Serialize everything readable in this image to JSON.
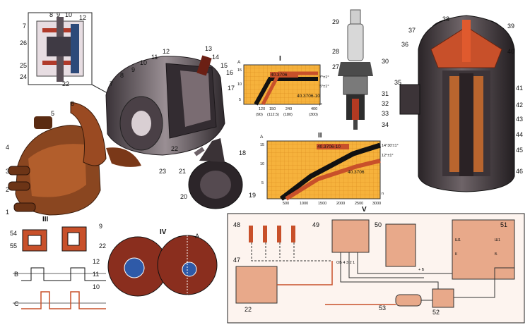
{
  "callouts": {
    "c1": "1",
    "c2": "2",
    "c3": "3",
    "c4": "4",
    "c5": "5",
    "c6": "6",
    "c7": "7",
    "c7b": "7",
    "c8": "8",
    "c8b": "8",
    "c9": "9",
    "c9b": "9",
    "c9c": "9",
    "c10": "10",
    "c10b": "10",
    "c10c": "10",
    "c11": "11",
    "c11b": "11",
    "c12": "12",
    "c12b": "12",
    "c12c": "12",
    "c13": "13",
    "c14": "14",
    "c15": "15",
    "c16": "16",
    "c17": "17",
    "c18": "18",
    "c19": "19",
    "c20": "20",
    "c21": "21",
    "c22": "22",
    "c22b": "22",
    "c22c": "22",
    "c22d": "22",
    "c23": "23",
    "c24": "24",
    "c25": "25",
    "c26": "26",
    "c27": "27",
    "c28": "28",
    "c29": "29",
    "c30": "30",
    "c31": "31",
    "c32": "32",
    "c33": "33",
    "c34": "34",
    "c35": "35",
    "c36": "36",
    "c37": "37",
    "c38": "38",
    "c39": "39",
    "c40": "40",
    "c41": "41",
    "c42": "42",
    "c43": "43",
    "c44": "44",
    "c45": "45",
    "c46": "46",
    "c47": "47",
    "c48": "48",
    "c49": "49",
    "c50": "50",
    "c51": "51",
    "c52": "52",
    "c53": "53",
    "c54": "54",
    "c55": "55"
  },
  "sections": {
    "I": "I",
    "II": "II",
    "III": "III",
    "IV": "IV",
    "V": "V"
  },
  "wave_labels": {
    "B": "B",
    "C": "C",
    "A_IV": "A"
  },
  "graph_I": {
    "y_axis_letter": "A",
    "y_ticks": [
      "15",
      "10",
      "5"
    ],
    "x_ticks": [
      "120",
      "150",
      "240",
      "400"
    ],
    "x_ticks_paren": [
      "(90)",
      "(112.5)",
      "(180)",
      "(300)"
    ],
    "x_axis_letter": "P",
    "series": [
      "40.3706",
      "40.3706-10"
    ],
    "tolerances": [
      "7°±1°",
      "5°±1°"
    ]
  },
  "graph_II": {
    "y_axis_letter": "A",
    "y_ticks": [
      "15",
      "10",
      "5"
    ],
    "x_ticks": [
      "500",
      "1000",
      "1500",
      "2000",
      "2500",
      "3000"
    ],
    "x_axis_letter": "n",
    "series": [
      "40.3706-10",
      "40.3706"
    ],
    "tolerances": [
      "14°30'±1°",
      "12°±1°"
    ]
  },
  "wiring": {
    "terminals": "ОБ 4 3 2 1",
    "terminal_plus": "+ Б",
    "terminal_sh": "Ш1",
    "terminal_sh2": "Ш1",
    "label_k": "К",
    "label_b": "Б"
  },
  "colors": {
    "copper": "#c8502a",
    "orange_grid": "#f5a31a",
    "dark_line": "#1a1a1a",
    "schematic_bg": "#f4c9b0"
  }
}
